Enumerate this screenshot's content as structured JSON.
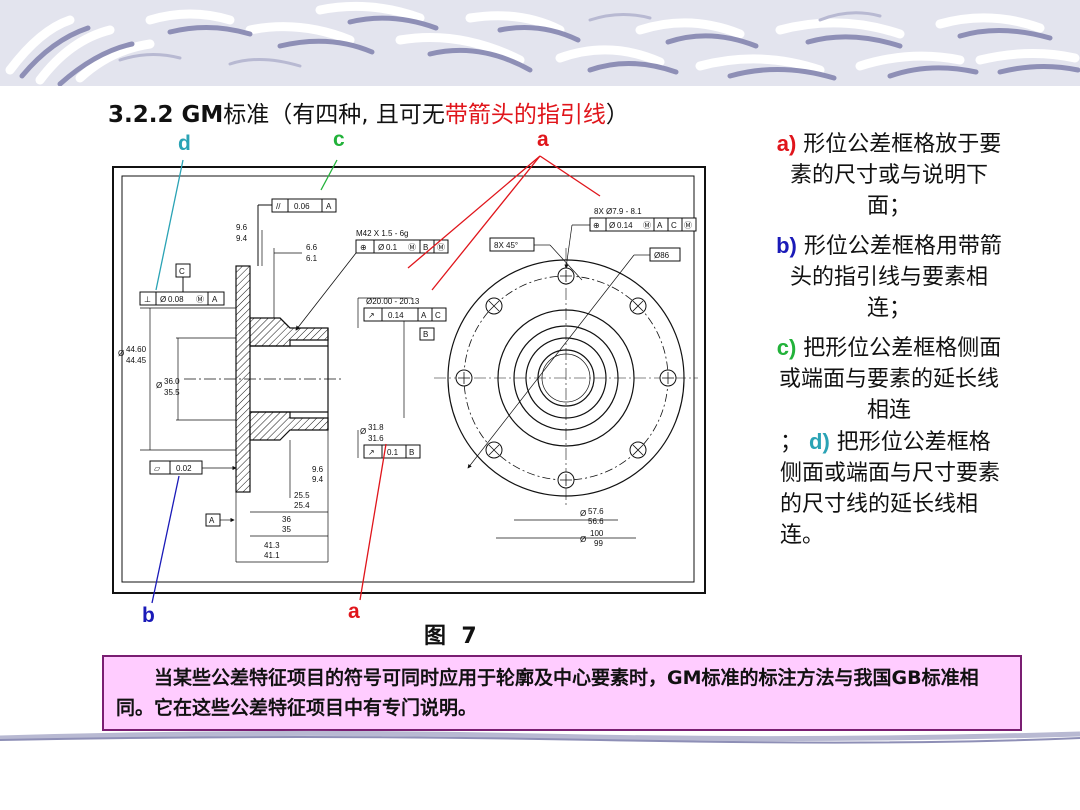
{
  "slide": {
    "title_prefix": "3.2.2 GM",
    "title_mid": "标准（有四种, 且可无",
    "title_red": "带箭头的指引线",
    "title_end": "）"
  },
  "labels": {
    "d": "d",
    "c": "c",
    "a_top": "a",
    "b": "b",
    "a_bottom": "a"
  },
  "colors": {
    "d": "#2aa3b5",
    "c": "#22b23a",
    "a": "#e0151b",
    "b": "#1a1ab8",
    "callout_bg": "#ffccff",
    "callout_border": "#7a1e72"
  },
  "figure": {
    "caption": "图  7"
  },
  "drawing": {
    "tol_parallel": "0.06",
    "datum_a": "A",
    "datum_b": "B",
    "datum_c": "C",
    "dim_9_6": "9.6",
    "dim_9_4": "9.4",
    "dim_6_6": "6.6",
    "dim_6_1": "6.1",
    "thread": "M42 X 1.5 - 6g",
    "thread_tol": "0.1",
    "perp_tol": "0.08",
    "dia_20": "Ø20.00 - 20.13",
    "runout_0_14": "0.14",
    "dia_44_60": "44.60",
    "dia_44_45": "44.45",
    "dia_36_0": "36.0",
    "dia_35_5": "35.5",
    "dia_31_8": "31.8",
    "dia_31_6": "31.6",
    "runout_0_1": "0.1",
    "flat_tol": "0.02",
    "dim_b_9_6": "9.6",
    "dim_b_9_4": "9.4",
    "dim_25_5": "25.5",
    "dim_25_4": "25.4",
    "dim_36": "36",
    "dim_35": "35",
    "dim_41_3": "41.3",
    "dim_41_1": "41.1",
    "holes": "8X  Ø7.9 - 8.1",
    "holes_tol": "0.14",
    "chamfer": "8X 45°",
    "dia_86": "Ø86",
    "dia_57_6": "57.6",
    "dia_56_6": "56.6",
    "dia_100": "100",
    "dia_99": "99"
  },
  "notes": [
    {
      "key": "a)",
      "text": " 形位公差框格放于要素的尺寸或与说明下面；"
    },
    {
      "key": "b)",
      "text": " 形位公差框格用带箭头的指引线与要素相连；"
    },
    {
      "key": "c)",
      "text": " 把形位公差框格侧面或端面与要素的延长线相连"
    },
    {
      "prefix": "；",
      "key": "d)",
      "text": " 把形位公差框格侧面或端面与尺寸要素的尺寸线的延长线相连。"
    }
  ],
  "callout": "当某些公差特征项目的符号可同时应用于轮廓及中心要素时，GM标准的标注方法与我国GB标准相同。它在这些公差特征项目中有专门说明。"
}
